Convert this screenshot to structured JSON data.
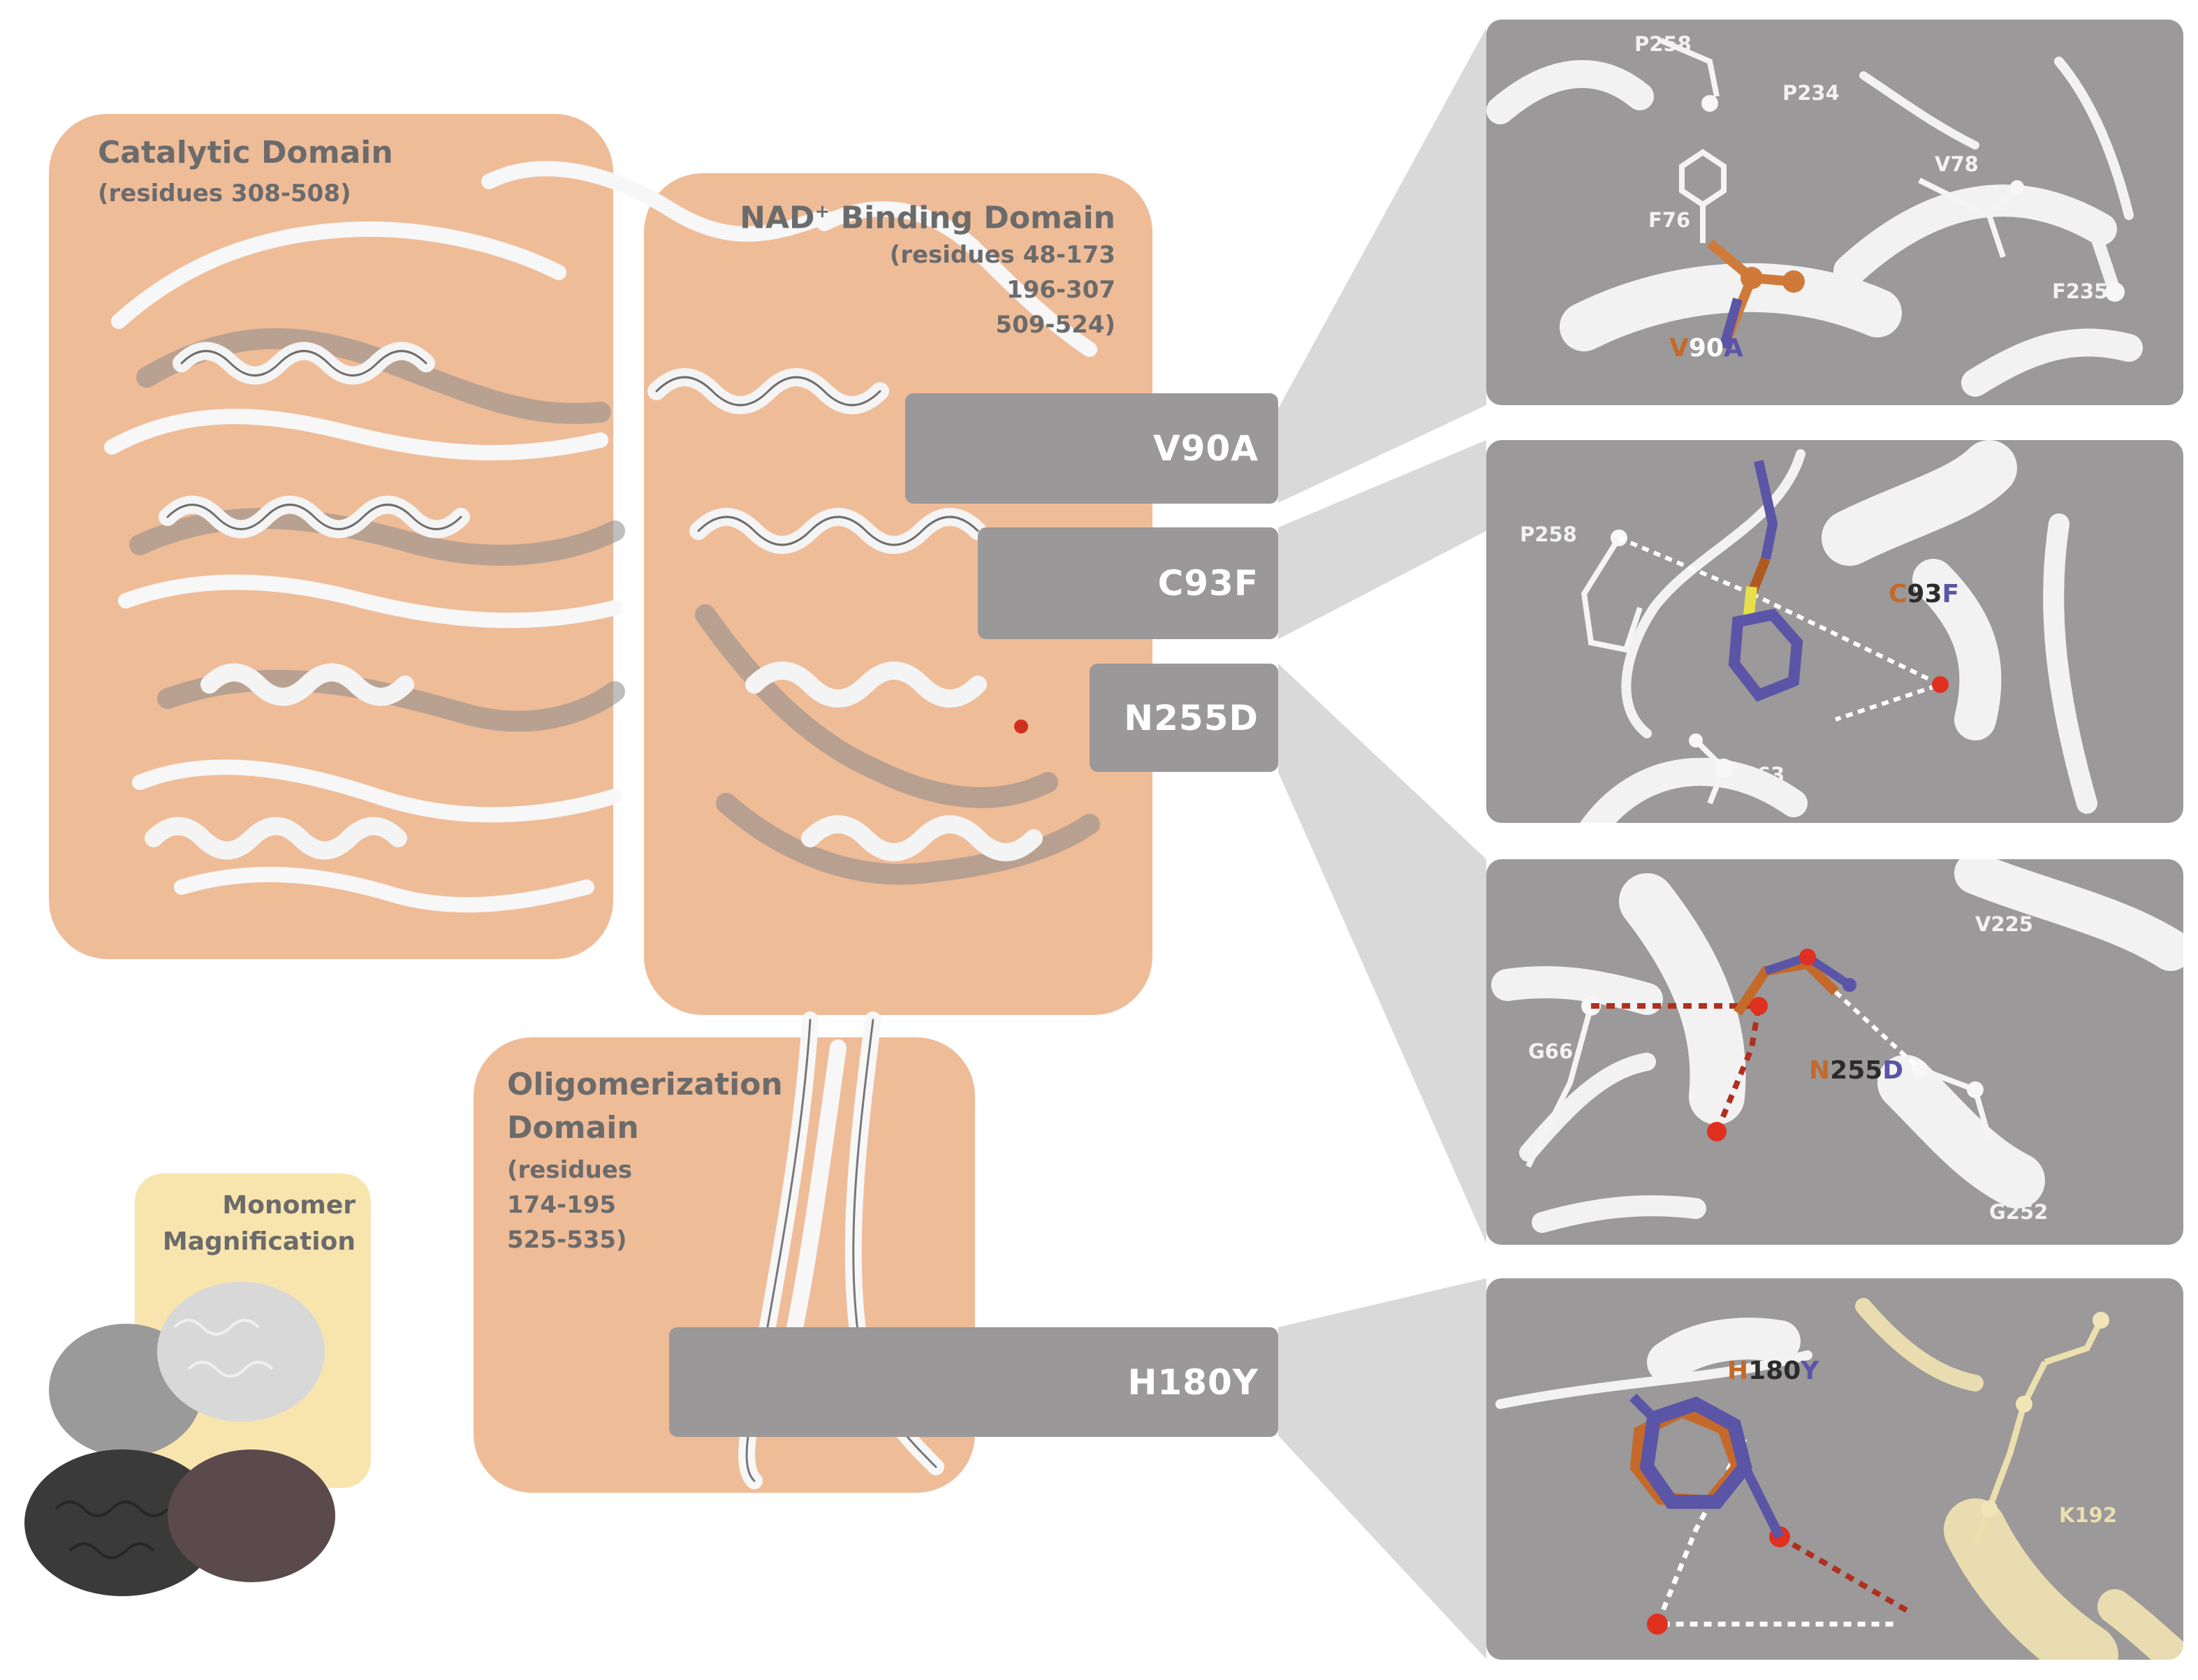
{
  "domains": {
    "catalytic": {
      "title": "Catalytic Domain",
      "residues": "(residues 308-508)"
    },
    "nad": {
      "title_prefix": "NAD",
      "title_sup": "+",
      "title_suffix": " Binding Domain",
      "residues_1": "(residues 48-173",
      "residues_2": "196-307",
      "residues_3": "509-524)"
    },
    "oligomer": {
      "title_1": "Oligomerization",
      "title_2": "Domain",
      "residues_1": "(residues",
      "residues_2": "174-195",
      "residues_3": "525-535)"
    }
  },
  "monomer": {
    "line_1": "Monomer",
    "line_2": "Magnification"
  },
  "mutation_labels": [
    "V90A",
    "C93F",
    "N255D",
    "H180Y"
  ],
  "panels": {
    "v90a": {
      "residues": [
        "P258",
        "P234",
        "V78",
        "F76",
        "F235"
      ],
      "mutation": {
        "wt": "V",
        "num": "90",
        "mt": "A"
      }
    },
    "c93f": {
      "residues": [
        "P258",
        "S63"
      ],
      "mutation": {
        "wt": "C",
        "num": "93",
        "mt": "F"
      }
    },
    "n255d": {
      "residues": [
        "V225",
        "G66",
        "G252"
      ],
      "mutation": {
        "wt": "N",
        "num": "255",
        "mt": "D"
      }
    },
    "h180y": {
      "residues": [
        "K192"
      ],
      "mutation": {
        "wt": "H",
        "num": "180",
        "mt": "Y"
      }
    }
  },
  "colors": {
    "domain": "#efbc98",
    "label_box": "#9a9898",
    "panel": "#9b9999",
    "connector": "#d9d9d9",
    "monomer_box": "#f8e5ae",
    "wild_type": "#c5692a",
    "mutant": "#5a55a6"
  }
}
